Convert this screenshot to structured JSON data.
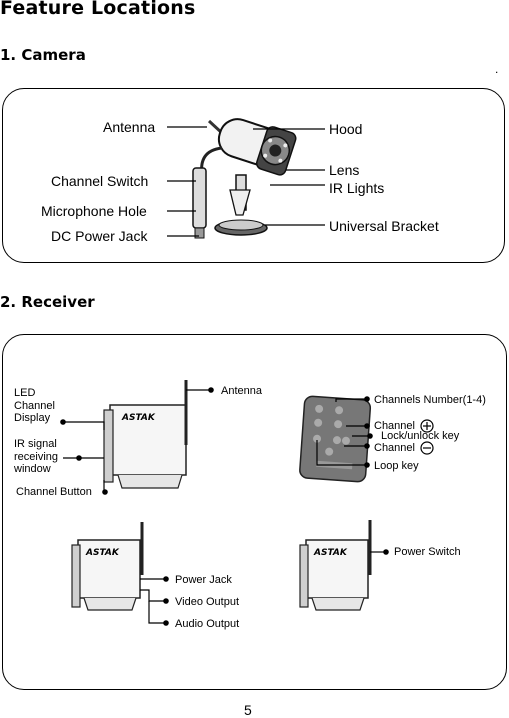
{
  "page": {
    "title": "Feature Locations",
    "page_number": "5",
    "stray_mark": "."
  },
  "camera": {
    "heading": "1. Camera",
    "labels": {
      "antenna": "Antenna",
      "channel_switch": "Channel Switch",
      "microphone_hole": "Microphone Hole",
      "dc_power_jack": "DC Power Jack",
      "hood": "Hood",
      "lens": "Lens",
      "ir_lights": "IR Lights",
      "universal_bracket": "Universal Bracket"
    }
  },
  "receiver": {
    "heading": "2. Receiver",
    "labels": {
      "led_channel_display": [
        "LED",
        "Channel",
        "Display"
      ],
      "ir_signal_window": [
        "IR signal",
        "receiving",
        "window"
      ],
      "channel_button": "Channel Button",
      "antenna": "Antenna",
      "channels_number": "Channels Number(1-4)",
      "channel_plus": "Channel",
      "lock_unlock_key": "Lock/unlock key",
      "channel_minus": "Channel",
      "loop_key": "Loop key",
      "power_jack": "Power Jack",
      "video_output": "Video Output",
      "audio_output": "Audio Output",
      "power_switch": "Power Switch"
    },
    "brand": "ASTAK"
  }
}
